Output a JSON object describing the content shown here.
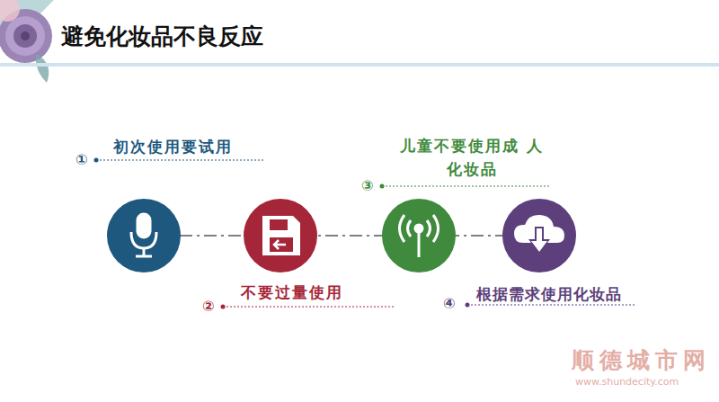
{
  "diagram": {
    "title": "避免化妆品不良反应",
    "labels": [
      "①",
      "初次使用要试用",
      "②",
      "不要过量使用",
      "③",
      "儿童不要使用成 人化妆品",
      "④",
      "根据需求使用化妆品",
      "顺德城市网",
      "www.shundecity.com"
    ]
  }
}
